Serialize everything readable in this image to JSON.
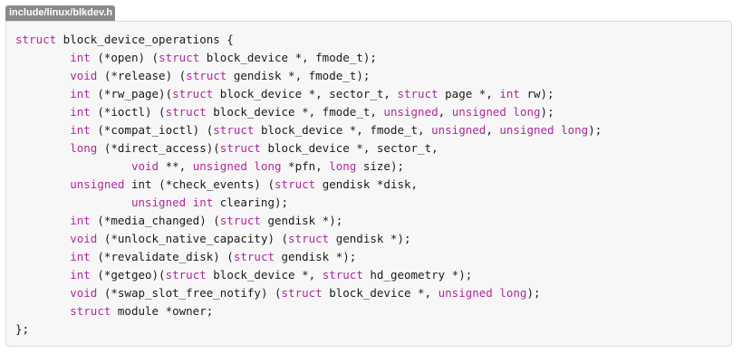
{
  "file_label": "include/linux/blkdev.h",
  "colors": {
    "keyword": "#b0289a",
    "text": "#1a1a1a",
    "tab_background": "#8a8a8a",
    "code_background": "#f7f7f7"
  },
  "code_lines": [
    [
      [
        "k",
        "struct"
      ],
      [
        "t",
        " block_device_operations {"
      ]
    ],
    [
      [
        "t",
        "        "
      ],
      [
        "k",
        "int"
      ],
      [
        "t",
        " (*open) ("
      ],
      [
        "k",
        "struct"
      ],
      [
        "t",
        " block_device *, fmode_t);"
      ]
    ],
    [
      [
        "t",
        "        "
      ],
      [
        "k",
        "void"
      ],
      [
        "t",
        " (*release) ("
      ],
      [
        "k",
        "struct"
      ],
      [
        "t",
        " gendisk *, fmode_t);"
      ]
    ],
    [
      [
        "t",
        "        "
      ],
      [
        "k",
        "int"
      ],
      [
        "t",
        " (*rw_page)("
      ],
      [
        "k",
        "struct"
      ],
      [
        "t",
        " block_device *, sector_t, "
      ],
      [
        "k",
        "struct"
      ],
      [
        "t",
        " page *, "
      ],
      [
        "k",
        "int"
      ],
      [
        "t",
        " rw);"
      ]
    ],
    [
      [
        "t",
        "        "
      ],
      [
        "k",
        "int"
      ],
      [
        "t",
        " (*ioctl) ("
      ],
      [
        "k",
        "struct"
      ],
      [
        "t",
        " block_device *, fmode_t, "
      ],
      [
        "k",
        "unsigned"
      ],
      [
        "t",
        ", "
      ],
      [
        "k",
        "unsigned long"
      ],
      [
        "t",
        ");"
      ]
    ],
    [
      [
        "t",
        "        "
      ],
      [
        "k",
        "int"
      ],
      [
        "t",
        " (*compat_ioctl) ("
      ],
      [
        "k",
        "struct"
      ],
      [
        "t",
        " block_device *, fmode_t, "
      ],
      [
        "k",
        "unsigned"
      ],
      [
        "t",
        ", "
      ],
      [
        "k",
        "unsigned long"
      ],
      [
        "t",
        ");"
      ]
    ],
    [
      [
        "t",
        "        "
      ],
      [
        "k",
        "long"
      ],
      [
        "t",
        " (*direct_access)("
      ],
      [
        "k",
        "struct"
      ],
      [
        "t",
        " block_device *, sector_t,"
      ]
    ],
    [
      [
        "t",
        "                 "
      ],
      [
        "k",
        "void"
      ],
      [
        "t",
        " **, "
      ],
      [
        "k",
        "unsigned long"
      ],
      [
        "t",
        " *pfn, "
      ],
      [
        "k",
        "long"
      ],
      [
        "t",
        " size);"
      ]
    ],
    [
      [
        "t",
        "        "
      ],
      [
        "k",
        "unsigned"
      ],
      [
        "t",
        " int (*check_events) ("
      ],
      [
        "k",
        "struct"
      ],
      [
        "t",
        " gendisk *disk,"
      ]
    ],
    [
      [
        "t",
        "                 "
      ],
      [
        "k",
        "unsigned int"
      ],
      [
        "t",
        " clearing);"
      ]
    ],
    [
      [
        "t",
        "        "
      ],
      [
        "k",
        "int"
      ],
      [
        "t",
        " (*media_changed) ("
      ],
      [
        "k",
        "struct"
      ],
      [
        "t",
        " gendisk *);"
      ]
    ],
    [
      [
        "t",
        "        "
      ],
      [
        "k",
        "void"
      ],
      [
        "t",
        " (*unlock_native_capacity) ("
      ],
      [
        "k",
        "struct"
      ],
      [
        "t",
        " gendisk *);"
      ]
    ],
    [
      [
        "t",
        "        "
      ],
      [
        "k",
        "int"
      ],
      [
        "t",
        " (*revalidate_disk) ("
      ],
      [
        "k",
        "struct"
      ],
      [
        "t",
        " gendisk *);"
      ]
    ],
    [
      [
        "t",
        "        "
      ],
      [
        "k",
        "int"
      ],
      [
        "t",
        " (*getgeo)("
      ],
      [
        "k",
        "struct"
      ],
      [
        "t",
        " block_device *, "
      ],
      [
        "k",
        "struct"
      ],
      [
        "t",
        " hd_geometry *);"
      ]
    ],
    [
      [
        "t",
        "        "
      ],
      [
        "k",
        "void"
      ],
      [
        "t",
        " (*swap_slot_free_notify) ("
      ],
      [
        "k",
        "struct"
      ],
      [
        "t",
        " block_device *, "
      ],
      [
        "k",
        "unsigned long"
      ],
      [
        "t",
        ");"
      ]
    ],
    [
      [
        "t",
        "        "
      ],
      [
        "k",
        "struct"
      ],
      [
        "t",
        " module *owner;"
      ]
    ],
    [
      [
        "t",
        "};"
      ]
    ]
  ]
}
